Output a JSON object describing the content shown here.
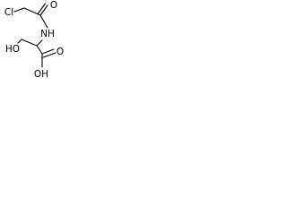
{
  "labels": {
    "chlorine": "Cl",
    "amide_nitrogen": "NH",
    "amide_oxygen": "O",
    "hydroxyl": "HO",
    "acid_oxygen": "O",
    "acid_hydroxyl": "OH"
  },
  "colors": {
    "ink": "#000000",
    "background": "#ffffff"
  }
}
